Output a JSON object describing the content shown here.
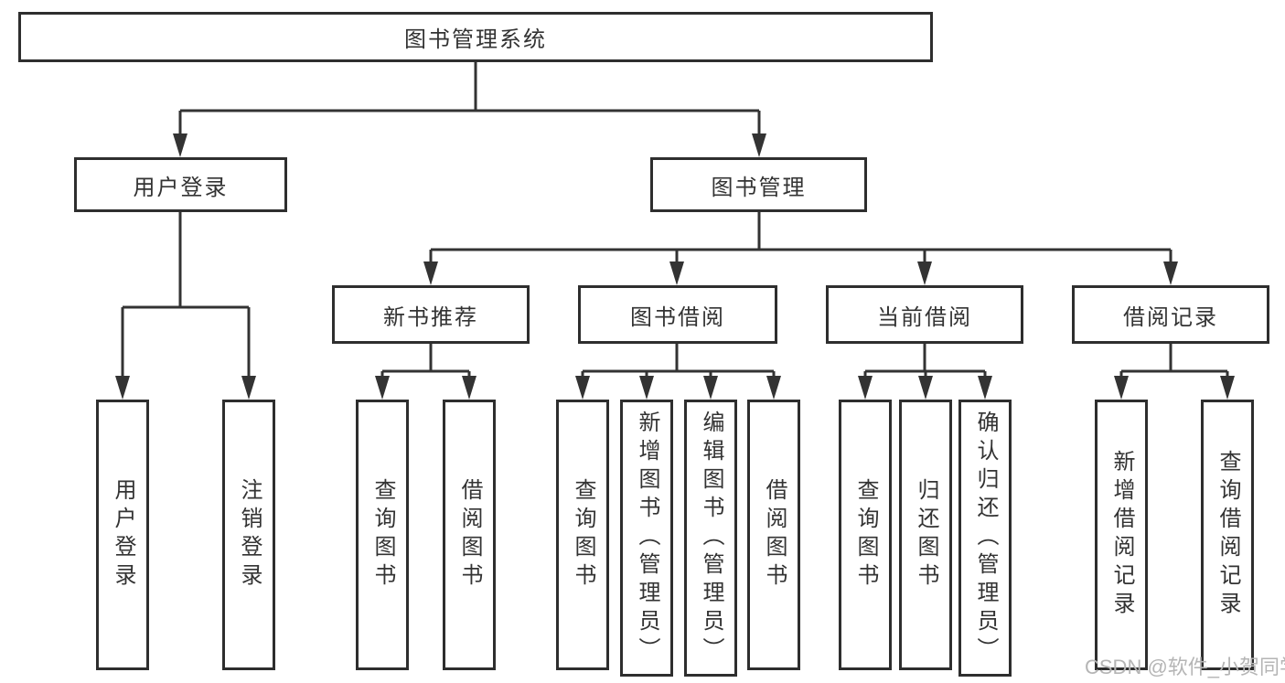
{
  "tree": {
    "label": "图书管理系统",
    "children": [
      {
        "label": "用户登录",
        "children": [
          {
            "label": "用户登录"
          },
          {
            "label": "注销登录"
          }
        ]
      },
      {
        "label": "图书管理",
        "children": [
          {
            "label": "新书推荐",
            "children": [
              {
                "label": "查询图书"
              },
              {
                "label": "借阅图书"
              }
            ]
          },
          {
            "label": "图书借阅",
            "children": [
              {
                "label": "查询图书"
              },
              {
                "label": "新增图书（管理员）"
              },
              {
                "label": "编辑图书（管理员）"
              },
              {
                "label": "借阅图书"
              }
            ]
          },
          {
            "label": "当前借阅",
            "children": [
              {
                "label": "查询图书"
              },
              {
                "label": "归还图书"
              },
              {
                "label": "确认归还（管理员）"
              }
            ]
          },
          {
            "label": "借阅记录",
            "children": [
              {
                "label": "新增借阅记录"
              },
              {
                "label": "查询借阅记录"
              }
            ]
          }
        ]
      }
    ]
  },
  "watermark": {
    "label": "CSDN @软件_小贺同学"
  },
  "colors": {
    "line": "#333333",
    "box_border": "#2e2e2e",
    "text": "#333333",
    "watermark": "#b5b5b5",
    "background": "#ffffff"
  }
}
